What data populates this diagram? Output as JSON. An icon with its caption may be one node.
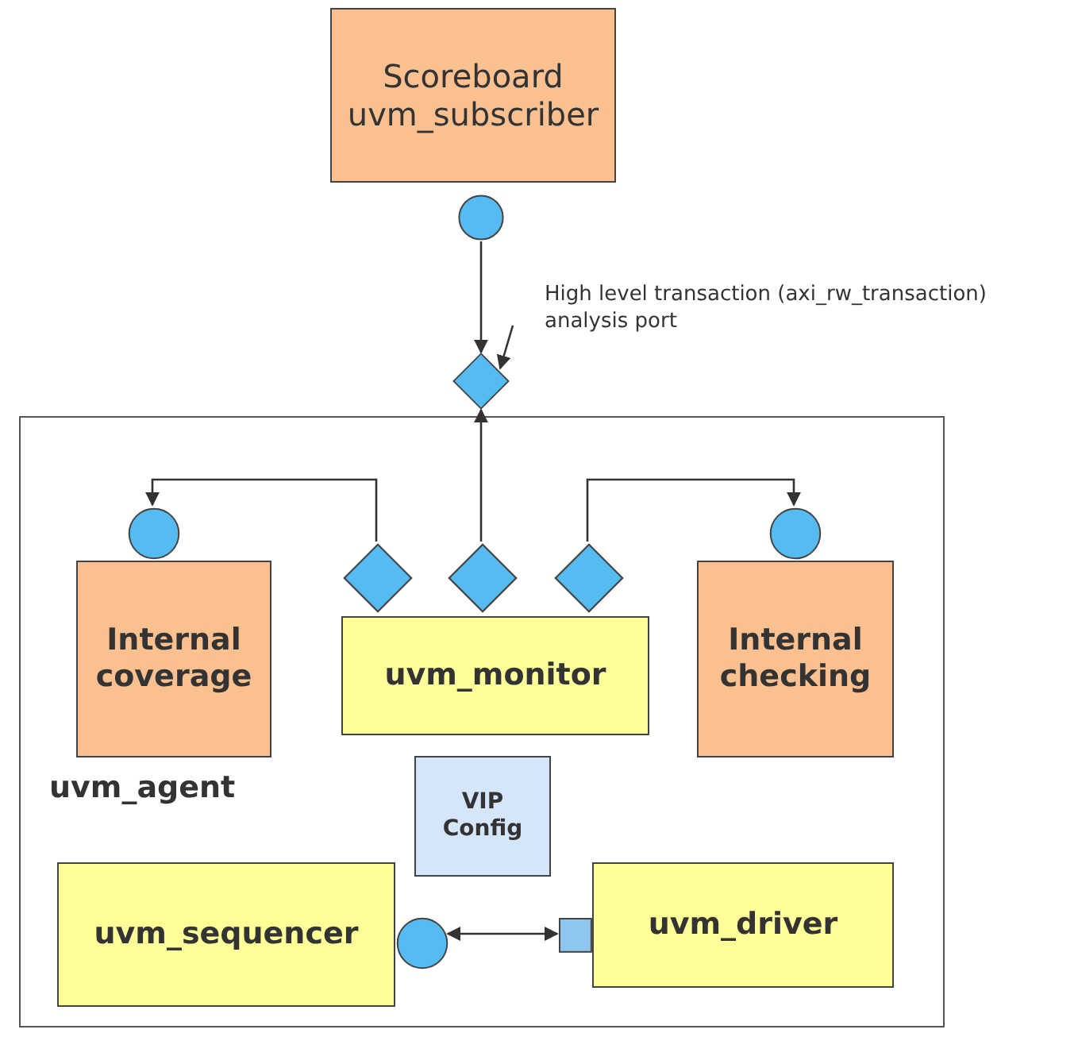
{
  "diagram": {
    "nodes": [
      {
        "text": [
          "Scoreboard",
          "uvm_subscriber"
        ]
      },
      {
        "text": [],
        "shape": "circle"
      },
      {
        "text": [],
        "shape": "diamond"
      },
      {
        "text": [
          "High level transaction (axi_rw_transaction) analysis port"
        ]
      },
      {
        "text": [
          "uvm_agent"
        ]
      },
      {
        "text": [],
        "shape": "circle",
        "in": 4
      },
      {
        "text": [
          "Internal coverage"
        ],
        "in": 4
      },
      {
        "text": [],
        "shape": "diamond",
        "in": 4
      },
      {
        "text": [],
        "shape": "diamond",
        "in": 4
      },
      {
        "text": [],
        "shape": "diamond",
        "in": 4
      },
      {
        "text": [
          "uvm_monitor"
        ],
        "in": 4
      },
      {
        "text": [],
        "shape": "circle",
        "in": 4
      },
      {
        "text": [
          "Internal checking"
        ],
        "in": 4
      },
      {
        "text": [
          "VIP Config"
        ],
        "in": 4
      },
      {
        "text": [
          "uvm_sequencer"
        ],
        "in": 4
      },
      {
        "text": [],
        "shape": "circle",
        "in": 4
      },
      {
        "text": [],
        "shape": "box",
        "in": 4
      },
      {
        "text": [
          "uvm_driver"
        ],
        "in": 4
      }
    ],
    "edges": [
      {
        "from": 1,
        "to": 2,
        "arrow": "to"
      },
      {
        "from": 3,
        "to": 2,
        "arrow": "to"
      },
      {
        "from": 8,
        "to": 2,
        "arrow": "to"
      },
      {
        "from": 7,
        "to": 5,
        "arrow": "to"
      },
      {
        "from": 9,
        "to": 11,
        "arrow": "to"
      },
      {
        "from": 15,
        "to": 16,
        "arrow": "both"
      }
    ]
  }
}
